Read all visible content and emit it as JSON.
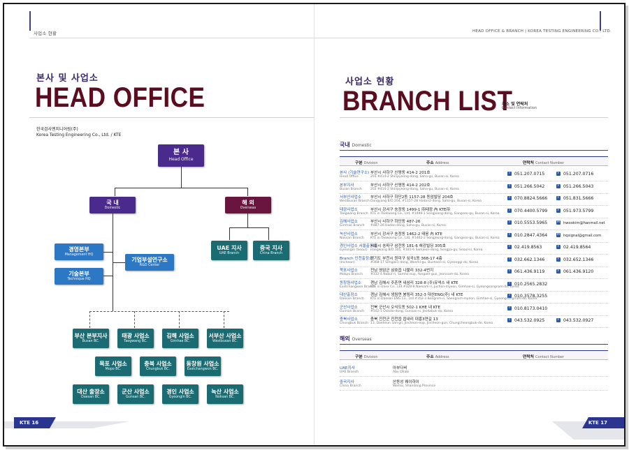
{
  "left": {
    "header_label": "사업소 현황",
    "title_kr": "본사 및 사업소",
    "title_en": "HEAD OFFICE",
    "company_kr": "한국검사엔지니어링(주)",
    "company_en": "Korea Testing Engineering Co., Ltd. / KTE",
    "page_num": "KTE 16",
    "org": {
      "head": {
        "k": "본 사",
        "e": "Head Office"
      },
      "domestic": {
        "k": "국 내",
        "e": "Domestic"
      },
      "overseas": {
        "k": "해 외",
        "e": "Overseas"
      },
      "mgmt": {
        "k": "경영본부",
        "e": "Management HQ"
      },
      "tech": {
        "k": "기술본부",
        "e": "Technique HQ"
      },
      "rnd": {
        "k": "기업부설연구소",
        "e": "R&D Center"
      },
      "uae": {
        "k": "UAE 지사",
        "e": "UAE Branch"
      },
      "china": {
        "k": "중국 지사",
        "e": "China Branch"
      },
      "branches": [
        {
          "k": "부산 본부지사",
          "e": "Busan BC."
        },
        {
          "k": "태광 사업소",
          "e": "Taegwang BC."
        },
        {
          "k": "김해 사업소",
          "e": "Gimhae BC."
        },
        {
          "k": "서부산 사업소",
          "e": "Westbusan BC."
        },
        {
          "k": "목포 사업소",
          "e": "Mopo BC."
        },
        {
          "k": "충북 사업소",
          "e": "Chungbuk BC."
        },
        {
          "k": "동창원 사업소",
          "e": "Eastchangwon BC."
        },
        {
          "k": "대산 출장소",
          "e": "Daesan BC."
        },
        {
          "k": "군산 사업소",
          "e": "Gunsan BC."
        },
        {
          "k": "경인 사업소",
          "e": "Gyeongin BC."
        },
        {
          "k": "녹산 사업소",
          "e": "Noksan BC."
        }
      ]
    }
  },
  "right": {
    "header_label": "HEAD OFFICE & BRANCH  |  KOREA TESTING ENGINEERING CO., LTD.",
    "title_kr": "사업소 현황",
    "title_en": "BRANCH LIST",
    "sub_kr": "주소 및 연락처",
    "sub_en": "Contact Information",
    "page_num": "KTE 17",
    "domestic_kr": "국내",
    "domestic_en": "Domestic",
    "overseas_kr": "해외",
    "overseas_en": "Overseas",
    "col_div_kr": "구분",
    "col_div_en": "Division",
    "col_addr_kr": "주소",
    "col_addr_en": "Address",
    "col_contact_kr": "연락처",
    "col_contact_en": "Contact Number",
    "tel_icon": "T",
    "fax_icon": "F",
    "mail_icon": "M",
    "domestic_rows": [
      {
        "nm": "본사 (기술연구소)",
        "ne": "Head Office",
        "ad": "부산시 사하구 신평동 414-2 201호",
        "ae": "201 #414-2 Shinpyeong-dong, Saha-gu, Busan-si, Korea",
        "tel": "051.207.0715",
        "fax": "051.207.0716"
      },
      {
        "nm": "본부지사",
        "ne": "Busan Branch",
        "ad": "부산시 사하구 신평동 414-2 202호",
        "ae": "202 #414-2 Shinpyeong-dong, Saha-gu, Busan-si, Korea",
        "tel": "051.266.5042",
        "fax": "051.266.5043"
      },
      {
        "nm": "서부산사업소",
        "ne": "Westbusan Branch",
        "ad": "부산시 사하구 하단2동 1157-28 동암빌딩 204호",
        "ae": "Dongyang B/D 204, #1157-28 Hadan2-dong, Saha-gu, Busan-si, Korea",
        "tel": "070.8824.5666",
        "fax": "051.831.5666"
      },
      {
        "nm": "태광사업소",
        "ne": "Taegwang Branch",
        "ad": "부산시 강서구 송정동 1499-1 ㈜태광 內 KTE㈜",
        "ae": "KTE in Taekwang Co., Ltd, #1499-1 Songjeong-dong, Gangseo-gu, Busan-si, Korea",
        "tel": "070.4400.5799",
        "fax": "051.973.5799"
      },
      {
        "nm": "김해사업소",
        "ne": "Gimhae Branch",
        "ad": "부산시 사하구 하단동 487-26",
        "ae": "#487-26 Hadan-dong, Saha-gu, Busan-si, Korea",
        "tel": "010.5553.5965",
        "fax": "hwookim@hanmail.net"
      },
      {
        "nm": "녹산사업소",
        "ne": "Noksan Branch",
        "ad": "부산시 강서구 송정동 1462-2 태웅 內 KTE",
        "ae": "KTE in Taewoong Co., Ltd, #1462-2 Songjeong-dong, Gangseo-gu, Busan-si, Korea",
        "tel": "010.2847.4364",
        "fax": "hqsignal@gmail.com"
      },
      {
        "nm": "경인사업소  서울출장소",
        "ne": "Gyeongin   (Seoul)",
        "ad": "서울시 송파구 삼전동 181-6 해강빌딩 305호",
        "ae": "Haegwang B/D 305, #181-6 Samjeon-dong, Songpa-gu, Seoul-si, Korea",
        "tel": "02.419.8563",
        "fax": "02.419.8564"
      },
      {
        "nm": "Branch  인천출장소",
        "ne": "(Incheon)",
        "ad": "경기도 부천시 원미구 심곡1동 368-17 4층",
        "ae": "#368-17 Simgok1-dong, Wonmi-gu, Bucheon-si, Gyeonggi-do, Korea",
        "tel": "032.662.1346",
        "fax": "032.652.1346"
      },
      {
        "nm": "목포사업소",
        "ne": "Mokpo Branch",
        "ad": "전남 영암군 삼호읍 나불리 332-4번지",
        "ae": "#332-4 Nabul-ri, Samho-eup, Yongam-gun, Jeonnam-do, Korea",
        "tel": "061.436.9119",
        "fax": "061.436.9120"
      },
      {
        "nm": "동창원사업소",
        "ne": "Eastchangwon Branch",
        "ad": "경남 김해시 주촌면 내삼리 328-8 (주)유넥스 내 KTE",
        "ae": "KTE in Unex Co., Ltd #328-8 Naesam-ri, Juchon-myeon, Gimhae-si, Gyeongsangnam-do, Korea",
        "tel": "010.2565.2832",
        "fax": ""
      },
      {
        "nm": "대산출장소",
        "ne": "Daesan Branch",
        "ad": "경남 김해시 생림면 봉림리 352-3 대산ENG(주) 내 KTE",
        "ae": "KTE in Daesan ENG Co., Ltd #352-3 Bongnim-ri, Saengnim-myeon, Gimhae-si, Gyeongsangnam-do, Korea",
        "tel": "010.3578.3255",
        "fax": ""
      },
      {
        "nm": "군산사업소",
        "ne": "Gunsan Branch",
        "ad": "전북 군산시 오식도동 502-1 KHE 내 KTE",
        "ae": "#502-1 Osikdo-dong, Gunsan-si, Jeollabuk-do, Korea",
        "tel": "010.8173.0410",
        "fax": ""
      },
      {
        "nm": "충북사업소",
        "ne": "Chungbuk Branch",
        "ad": "충북 진천군 진천읍 읍내리 대흥3연길 13",
        "ae": "13, Daeheun 3an-gil, Jincheon-eup, Jincheon-gun, Chungcheongbuk-do, Korea",
        "tel": "043.532.0925",
        "fax": "043.532.0927"
      }
    ],
    "overseas_rows": [
      {
        "nm": "UAE지사",
        "ne": "UAE Branch",
        "ad": "아부다비",
        "ae": "Abu Dhabi"
      },
      {
        "nm": "중국지사",
        "ne": "China Branch",
        "ad": "산동성 웨이하이",
        "ae": "Weihai, Shandong Province"
      }
    ]
  }
}
